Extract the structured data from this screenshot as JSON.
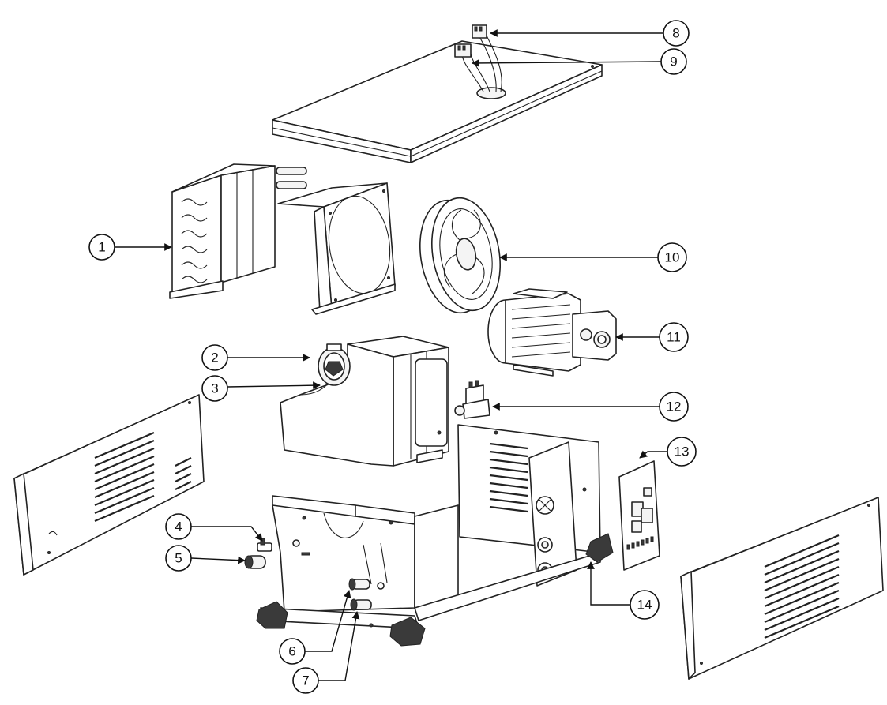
{
  "diagram": {
    "type": "exploded-parts-view",
    "callouts": [
      {
        "label": "1"
      },
      {
        "label": "2"
      },
      {
        "label": "3"
      },
      {
        "label": "4"
      },
      {
        "label": "5"
      },
      {
        "label": "6"
      },
      {
        "label": "7"
      },
      {
        "label": "8"
      },
      {
        "label": "9"
      },
      {
        "label": "10"
      },
      {
        "label": "11"
      },
      {
        "label": "12"
      },
      {
        "label": "13"
      },
      {
        "label": "14"
      }
    ],
    "parts": [
      "top-cover",
      "wire-harness",
      "heat-exchanger",
      "fan-shroud",
      "fan",
      "pump-motor",
      "tank",
      "tank-cap",
      "valve",
      "left-side-panel",
      "right-side-panel",
      "base-chassis",
      "circuit-board",
      "caster-wheel"
    ]
  }
}
